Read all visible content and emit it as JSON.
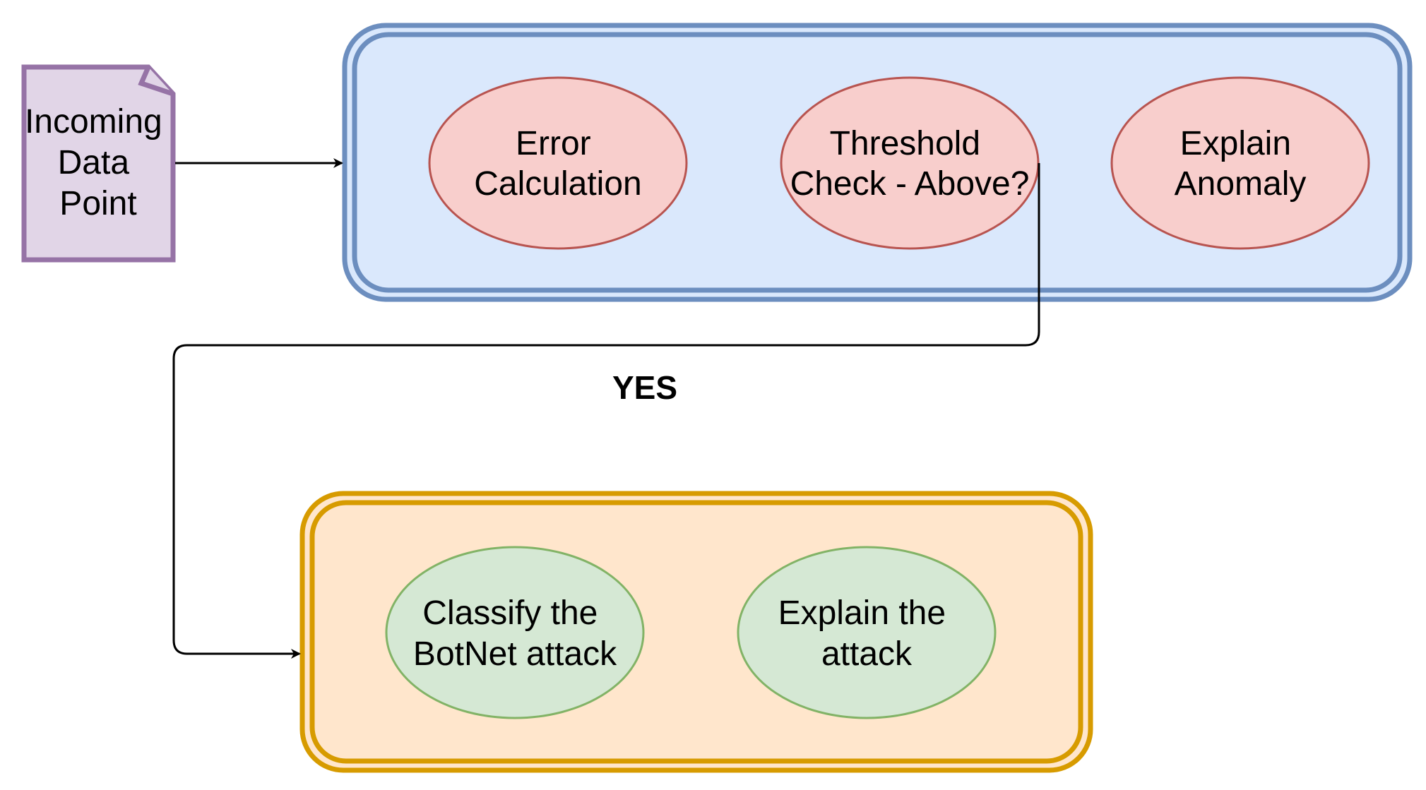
{
  "diagram": {
    "input": {
      "lines": [
        "Incoming",
        "Data",
        "Point"
      ]
    },
    "detection_group": {
      "nodes": [
        {
          "lines": [
            "Error",
            "Calculation"
          ]
        },
        {
          "lines": [
            "Threshold",
            "Check - Above?"
          ]
        },
        {
          "lines": [
            "Explain",
            "Anomaly"
          ]
        }
      ]
    },
    "edge_label": "YES",
    "classification_group": {
      "nodes": [
        {
          "lines": [
            "Classify the",
            "BotNet attack"
          ]
        },
        {
          "lines": [
            "Explain the",
            "attack"
          ]
        }
      ]
    }
  },
  "colors": {
    "input_fill": "#e1d5e7",
    "input_stroke": "#9673a6",
    "detection_fill": "#dae8fc",
    "detection_stroke": "#6c8ebf",
    "anomaly_node_fill": "#f8cecc",
    "anomaly_node_stroke": "#b85450",
    "classification_fill": "#ffe6cc",
    "classification_stroke": "#d79b00",
    "attack_node_fill": "#d5e8d4",
    "attack_node_stroke": "#82b366",
    "connector": "#000000"
  }
}
